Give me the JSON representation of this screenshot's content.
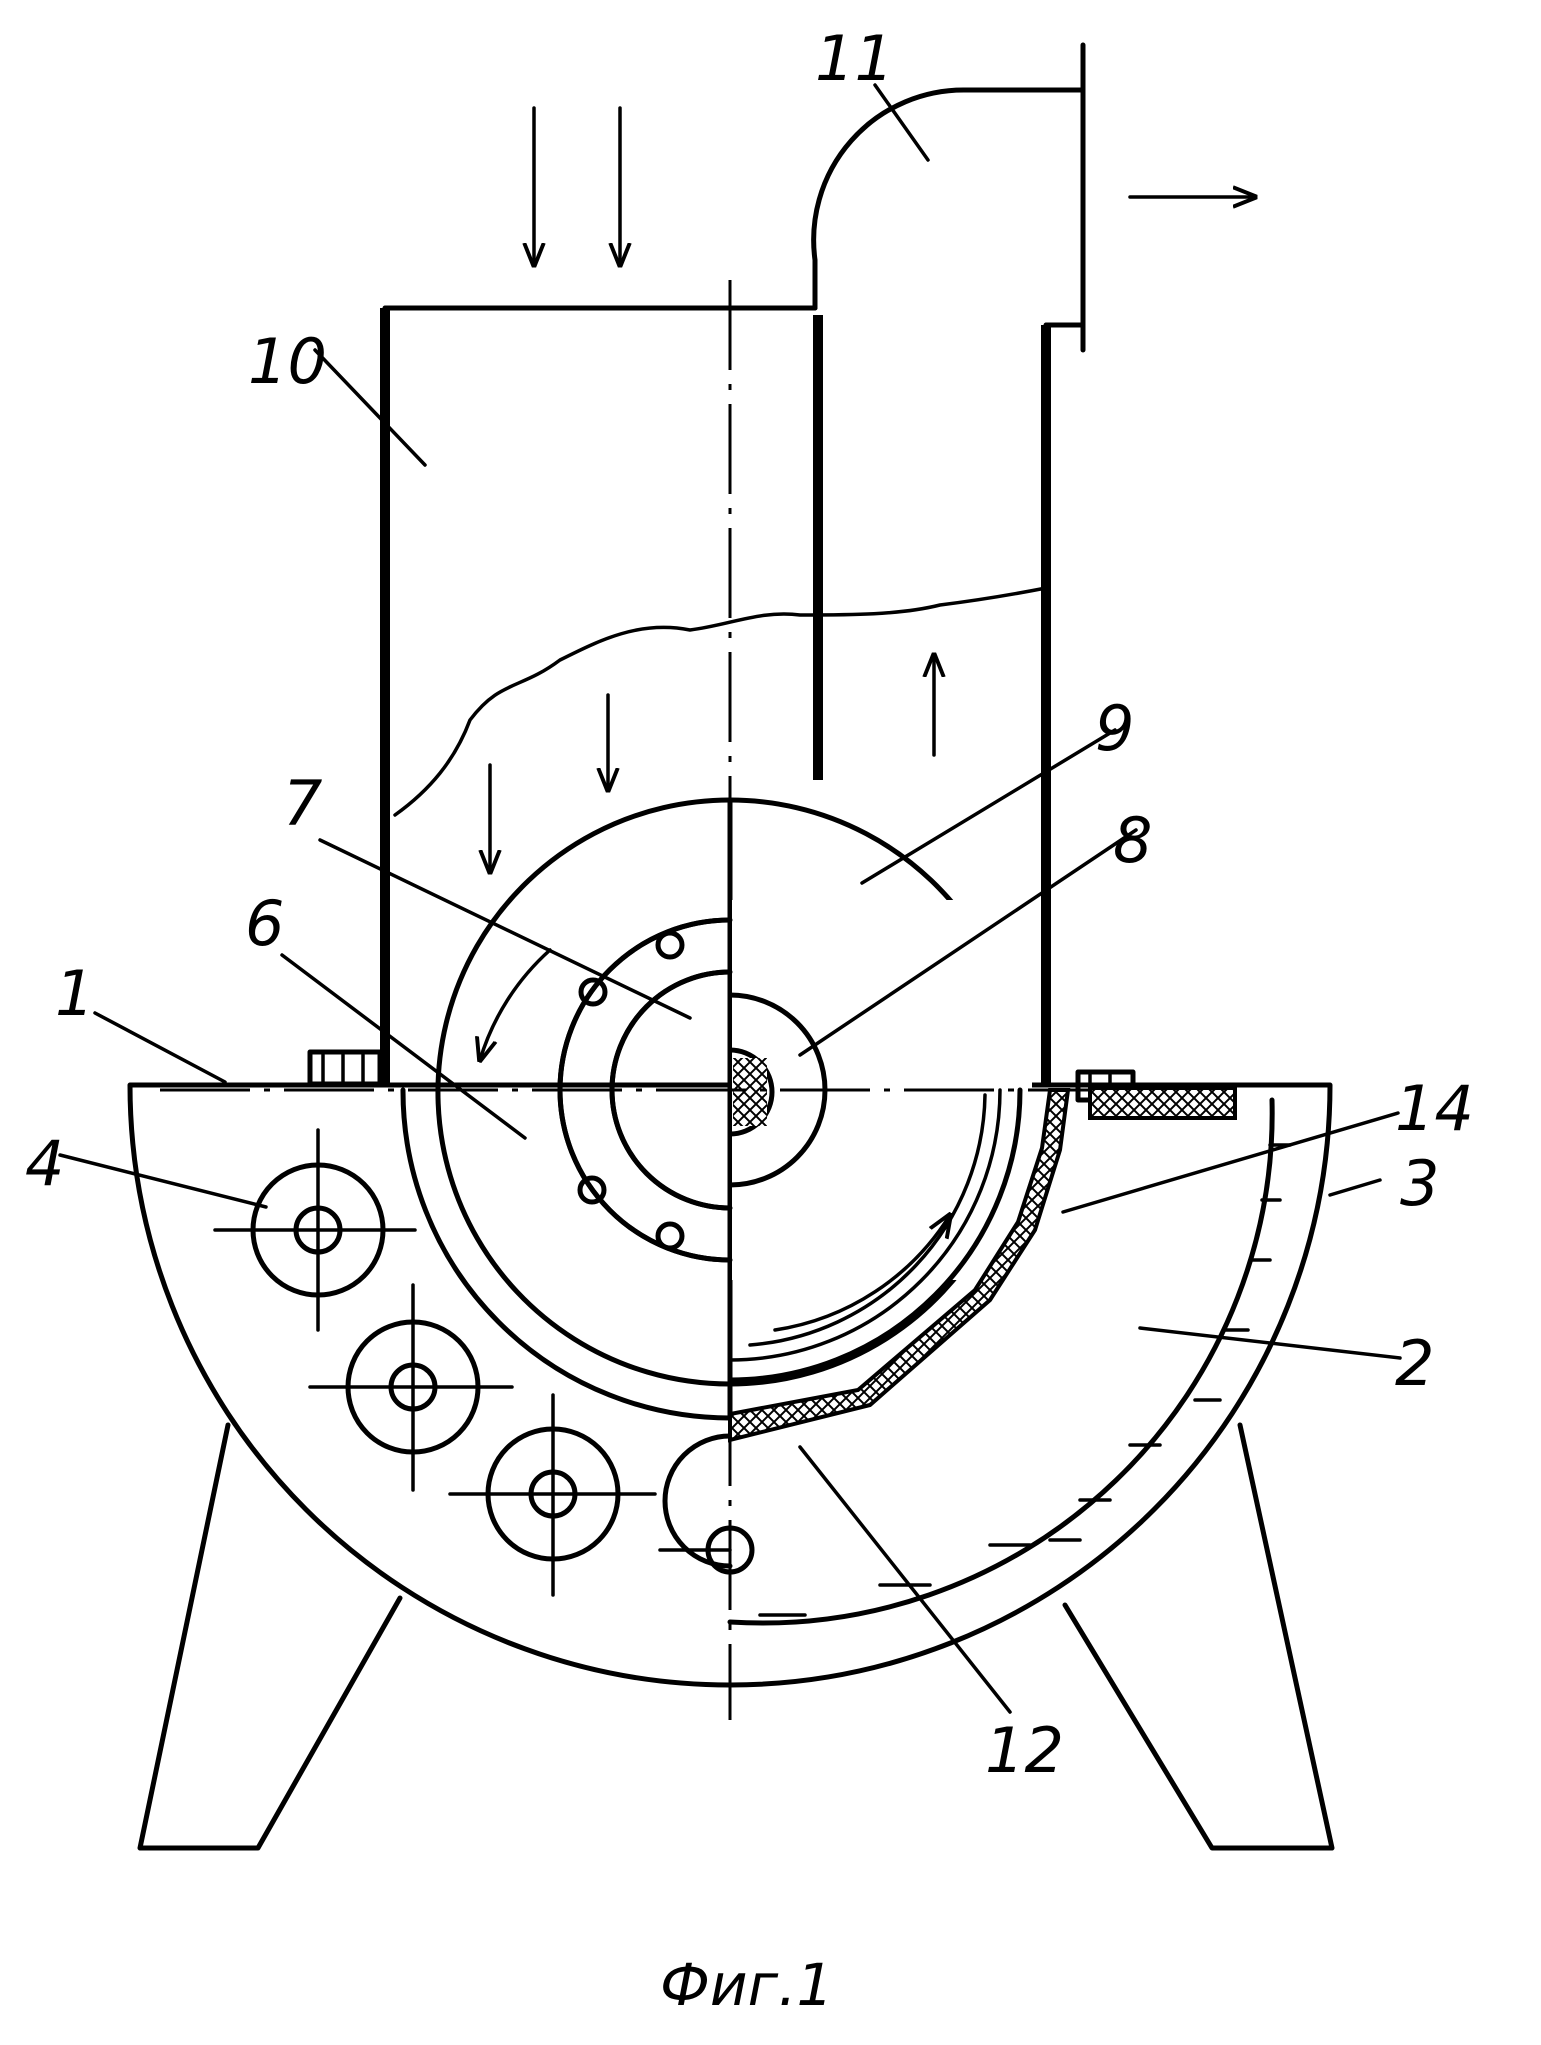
{
  "figure": {
    "caption": "Фиг.1",
    "labels": {
      "l1": "1",
      "l2": "2",
      "l3": "3",
      "l4": "4",
      "l6": "6",
      "l7": "7",
      "l8": "8",
      "l9": "9",
      "l10": "10",
      "l11": "11",
      "l12": "12",
      "l14": "14"
    }
  }
}
